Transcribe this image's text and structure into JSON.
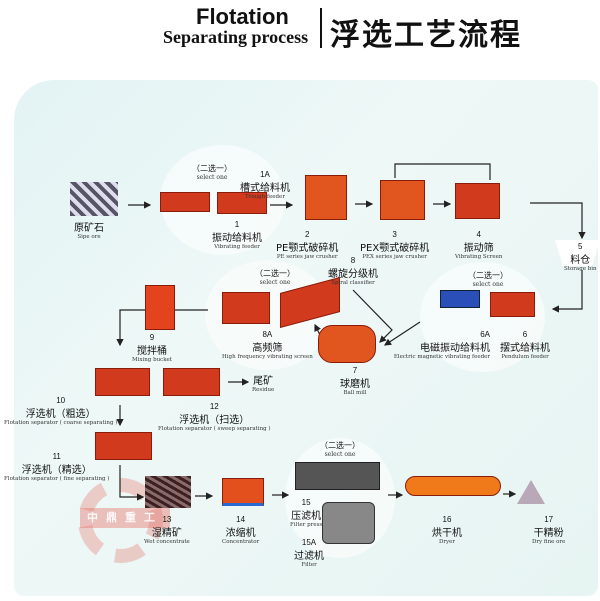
{
  "title": {
    "en": "Flotation",
    "sub": "Separating process",
    "cn": "浮选工艺流程"
  },
  "select_one": {
    "cn": "（二选一）",
    "en": "select one"
  },
  "logo_text": "中鼎重工",
  "nodes": {
    "raw": {
      "num": "",
      "cn": "原矿石",
      "en": "Sipe ore"
    },
    "n1": {
      "num": "1",
      "cn": "振动给料机",
      "en": "Vibrating feeder"
    },
    "n1a": {
      "num": "1A",
      "cn": "槽式给料机",
      "en": "Trough feeder"
    },
    "n2": {
      "num": "2",
      "cn": "PE颚式破碎机",
      "en": "PE series jaw crusher"
    },
    "n3": {
      "num": "3",
      "cn": "PEX颚式破碎机",
      "en": "PEX series jaw crusher"
    },
    "n4": {
      "num": "4",
      "cn": "振动筛",
      "en": "Vibrating Screen"
    },
    "n5": {
      "num": "5",
      "cn": "料仓",
      "en": "Storage bin"
    },
    "n6": {
      "num": "6",
      "cn": "摆式给料机",
      "en": "Pendulum feeder"
    },
    "n6a": {
      "num": "6A",
      "cn": "电磁振动给料机",
      "en": "Electric magnetic vibrating feeder"
    },
    "n7": {
      "num": "7",
      "cn": "球磨机",
      "en": "Ball mill"
    },
    "n8": {
      "num": "8",
      "cn": "螺旋分级机",
      "en": "Spiral classifier"
    },
    "n8a": {
      "num": "8A",
      "cn": "高频筛",
      "en": "High frequency vibrating screen"
    },
    "n9": {
      "num": "9",
      "cn": "搅拌桶",
      "en": "Mixing bucket"
    },
    "n10": {
      "num": "10",
      "cn": "浮选机（粗选）",
      "en": "Flotation separator ( coarse separating )"
    },
    "n11": {
      "num": "11",
      "cn": "浮选机（精选）",
      "en": "Flotation separator ( fine separating )"
    },
    "n12": {
      "num": "12",
      "cn": "浮选机（扫选）",
      "en": "Flotation separator ( sweep separating )"
    },
    "residue": {
      "num": "",
      "cn": "尾矿",
      "en": "Residue"
    },
    "n13": {
      "num": "13",
      "cn": "湿精矿",
      "en": "Wet concentrate"
    },
    "n14": {
      "num": "14",
      "cn": "浓缩机",
      "en": "Concentrator"
    },
    "n15": {
      "num": "15",
      "cn": "压滤机",
      "en": "Filter press"
    },
    "n15a": {
      "num": "15A",
      "cn": "过滤机",
      "en": "Filter"
    },
    "n16": {
      "num": "16",
      "cn": "烘干机",
      "en": "Dryer"
    },
    "n17": {
      "num": "17",
      "cn": "干精粉",
      "en": "Dry fine ore"
    }
  },
  "colors": {
    "equipment": "#d23a1e",
    "background": "#e6f4f2",
    "dryer": "#f07a1a",
    "feeder_blue": "#2a4fb8"
  }
}
